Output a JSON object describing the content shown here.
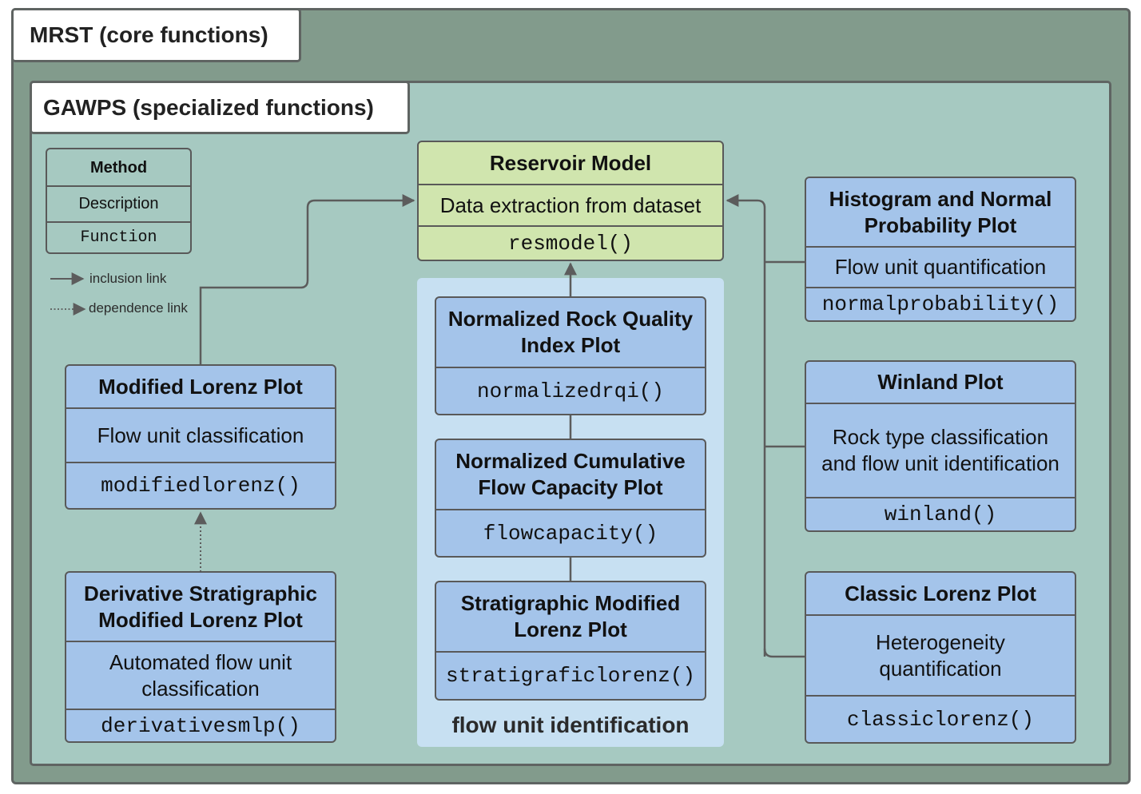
{
  "mrst": {
    "title": "MRST (core functions)"
  },
  "gawps": {
    "title": "GAWPS (specialized functions)"
  },
  "legend": {
    "method": "Method",
    "description": "Description",
    "function": "Function",
    "inclusion_link": "inclusion link",
    "dependence_link": "dependence link"
  },
  "reservoir_model": {
    "title": "Reservoir Model",
    "description": "Data extraction from dataset",
    "function": "resmodel()"
  },
  "flow_unit_identification": {
    "label": "flow unit identification",
    "normalized_rqi": {
      "title": "Normalized Rock Quality Index Plot",
      "function": "normalizedrqi()"
    },
    "normalized_cfc": {
      "title": "Normalized Cumulative Flow Capacity Plot",
      "function": "flowcapacity()"
    },
    "stratigraphic_ml": {
      "title": "Stratigraphic Modified Lorenz Plot",
      "function": "stratigraficlorenz()"
    }
  },
  "modified_lorenz": {
    "title": "Modified Lorenz Plot",
    "description": "Flow unit classification",
    "function": "modifiedlorenz()"
  },
  "derivative_smlp": {
    "title": "Derivative Stratigraphic Modified Lorenz Plot",
    "description": "Automated flow unit classification",
    "function": "derivativesmlp()"
  },
  "histogram": {
    "title": "Histogram and Normal Probability Plot",
    "description": "Flow unit quantification",
    "function": "normalprobability()"
  },
  "winland": {
    "title": "Winland Plot",
    "description": "Rock type classification and flow unit identification",
    "function": "winland()"
  },
  "classic_lorenz": {
    "title": "Classic Lorenz Plot",
    "description": "Heterogeneity quantification",
    "function": "classiclorenz()"
  },
  "colors": {
    "mrst_bg": "#829b8c",
    "gawps_bg": "#a6c9c1",
    "method_box": "#a4c4ea",
    "reservoir_box": "#d0e5ae",
    "flow_panel": "#c7e0f2",
    "link": "#5c5c5c"
  }
}
